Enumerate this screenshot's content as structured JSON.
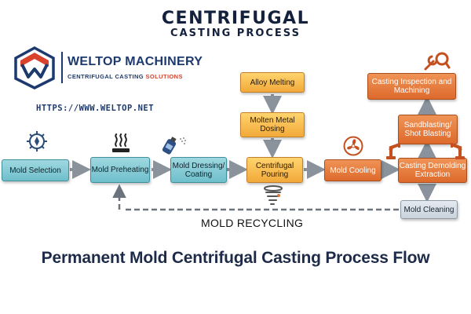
{
  "header": {
    "title_line1": "CENTRIFUGAL",
    "title_line2": "CASTING PROCESS"
  },
  "brand": {
    "name": "WELTOP MACHINERY",
    "tagline_main": "CENTRIFUGAL CASTING ",
    "tagline_accent": "SOLUTIONS",
    "website": "HTTPS://WWW.WELTOP.NET"
  },
  "steps": {
    "mold_selection": "Mold Selection",
    "mold_preheating": "Mold Preheating",
    "mold_dressing": "Mold Dressing/ Coating",
    "alloy_melting": "Alloy Melting",
    "molten_dosing": "Molten Metal Dosing",
    "centrifugal_pouring": "Centrifugal Pouring",
    "mold_cooling": "Mold Cooling",
    "casting_demolding": "Casting Demolding Extraction",
    "sandblasting": "Sandblasting/ Shot Blasting",
    "inspection": "Casting Inspection and Machining",
    "mold_cleaning": "Mold Cleaning"
  },
  "loop_label": "MOLD RECYCLING",
  "caption": "Permanent Mold Centrifugal Casting Process Flow",
  "colors": {
    "navy": "#1d3a6e",
    "teal": "#6fbfcc",
    "yellow": "#f2a93a",
    "orange": "#dd6a2c",
    "grey": "#c9d2dc",
    "accent_red": "#d9422b"
  },
  "icons": [
    "logo-mark",
    "compass-icon",
    "heat-icon",
    "spray-can-icon",
    "tornado-icon",
    "fan-icon",
    "robot-arm-icon",
    "wrench-magnifier-icon"
  ]
}
